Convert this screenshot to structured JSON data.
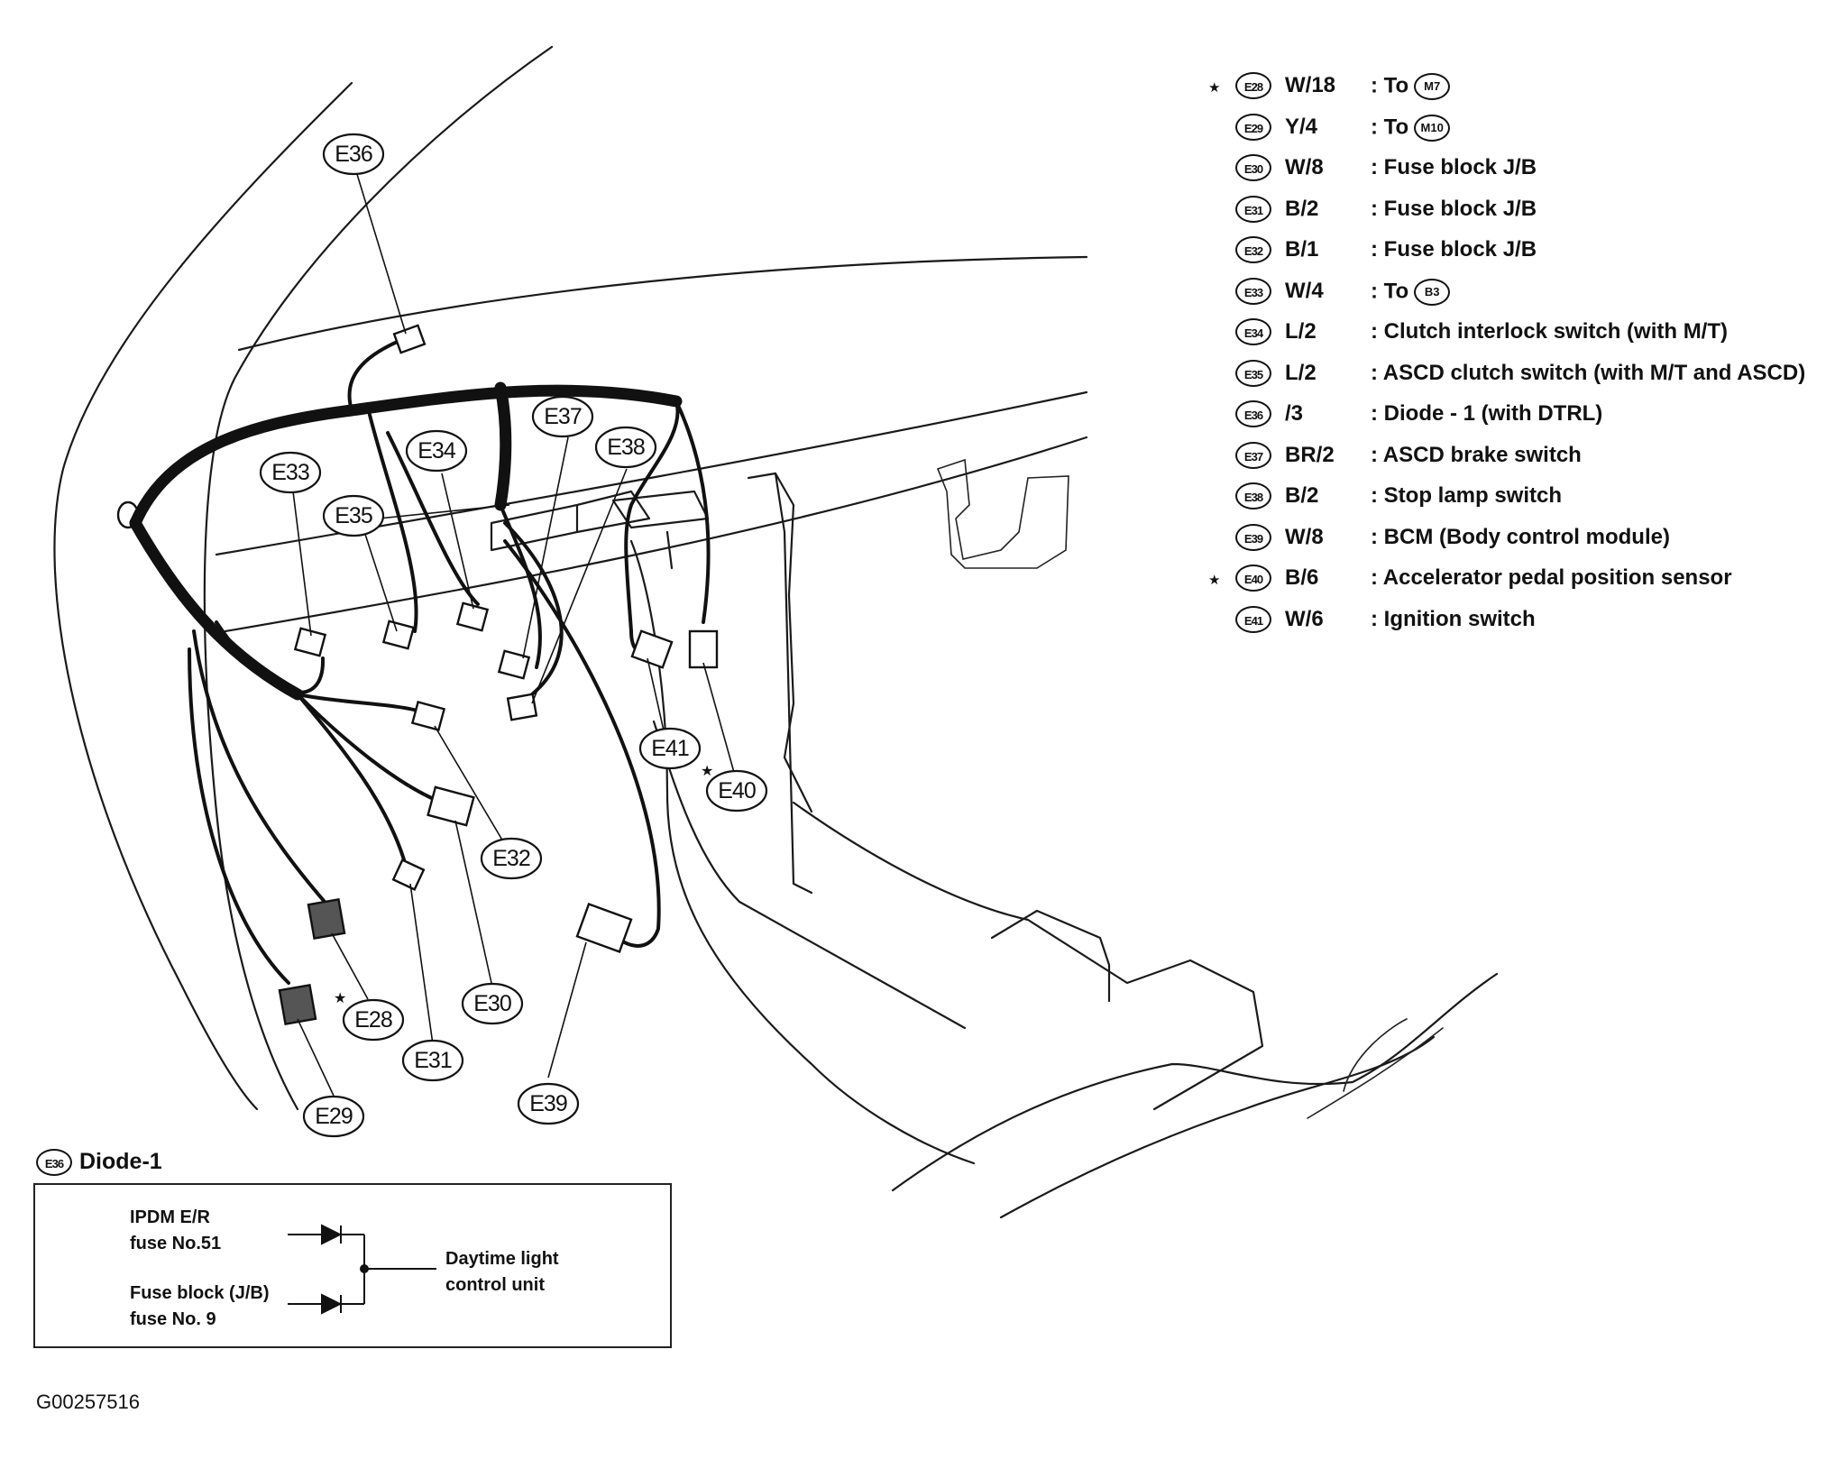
{
  "callouts": [
    "E36",
    "E33",
    "E34",
    "E35",
    "E37",
    "E38",
    "E41",
    "E40",
    "E32",
    "E28",
    "E30",
    "E31",
    "E29",
    "E39"
  ],
  "legend": [
    {
      "star": true,
      "id": "E28",
      "code": "W/18",
      "desc": ": To",
      "ref": "M7"
    },
    {
      "star": false,
      "id": "E29",
      "code": "Y/4",
      "desc": ": To",
      "ref": "M10"
    },
    {
      "star": false,
      "id": "E30",
      "code": "W/8",
      "desc": ": Fuse block J/B",
      "ref": ""
    },
    {
      "star": false,
      "id": "E31",
      "code": "B/2",
      "desc": ": Fuse block J/B",
      "ref": ""
    },
    {
      "star": false,
      "id": "E32",
      "code": "B/1",
      "desc": ": Fuse block J/B",
      "ref": ""
    },
    {
      "star": false,
      "id": "E33",
      "code": "W/4",
      "desc": ": To",
      "ref": "B3"
    },
    {
      "star": false,
      "id": "E34",
      "code": "L/2",
      "desc": ": Clutch interlock switch (with M/T)",
      "ref": ""
    },
    {
      "star": false,
      "id": "E35",
      "code": "L/2",
      "desc": ": ASCD clutch switch (with M/T and ASCD)",
      "ref": ""
    },
    {
      "star": false,
      "id": "E36",
      "code": "/3",
      "desc": ": Diode - 1 (with DTRL)",
      "ref": ""
    },
    {
      "star": false,
      "id": "E37",
      "code": "BR/2",
      "desc": ": ASCD brake switch",
      "ref": ""
    },
    {
      "star": false,
      "id": "E38",
      "code": "B/2",
      "desc": ": Stop lamp switch",
      "ref": ""
    },
    {
      "star": false,
      "id": "E39",
      "code": "W/8",
      "desc": ": BCM (Body control module)",
      "ref": ""
    },
    {
      "star": true,
      "id": "E40",
      "code": "B/6",
      "desc": ": Accelerator pedal position sensor",
      "ref": ""
    },
    {
      "star": false,
      "id": "E41",
      "code": "W/6",
      "desc": ": Ignition switch",
      "ref": ""
    }
  ],
  "diode": {
    "id": "E36",
    "title": "Diode-1",
    "input1_line1": "IPDM E/R",
    "input1_line2": "fuse No.51",
    "input2_line1": "Fuse block (J/B)",
    "input2_line2": "fuse No. 9",
    "output_line1": "Daytime light",
    "output_line2": "control unit"
  },
  "figure_code": "G00257516",
  "star_symbol": "★"
}
